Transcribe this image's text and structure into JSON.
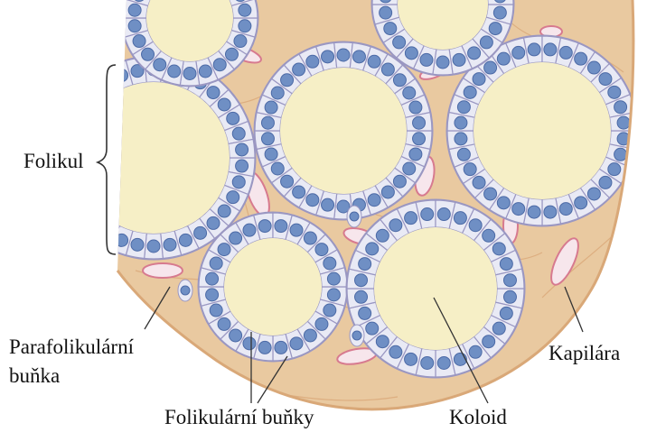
{
  "labels": {
    "folikul": "Folikul",
    "parafolikularni_line1": "Parafolikulární",
    "parafolikularni_line2": "buňka",
    "folikularni_bunky": "Folikulární buňky",
    "koloid": "Koloid",
    "kapilara": "Kapilára"
  },
  "colors": {
    "colloid": "#f6efc6",
    "cell_fill": "#e9eaf5",
    "cell_border": "#9a97c2",
    "nucleus": "#6f8fc4",
    "nucleus_dark": "#4c6aa6",
    "stroma": "#e9c9a0",
    "stroma_fiber": "#d9a878",
    "capillary": "#f7e6ec",
    "capillary_rim": "#d77a8f",
    "leader": "#333333"
  }
}
